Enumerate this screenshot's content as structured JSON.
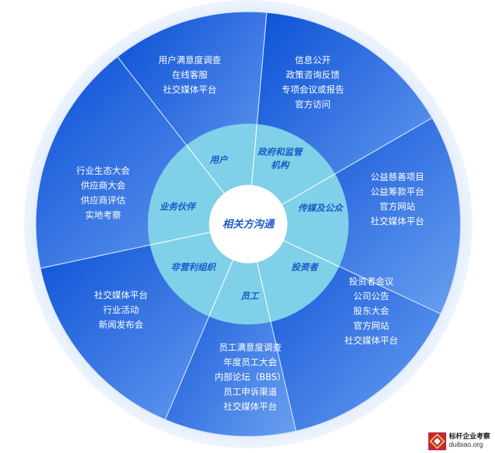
{
  "diagram": {
    "center": "相关方沟通",
    "stakeholders": [
      {
        "label": "用户",
        "channels": [
          "用户满意度调查",
          "在线客服",
          "社交媒体平台"
        ]
      },
      {
        "label": "政府和监管机构",
        "label_lines": [
          "政府和监管",
          "机构"
        ],
        "channels": [
          "信息公开",
          "政策咨询反馈",
          "专项会议或报告",
          "官方访问"
        ]
      },
      {
        "label": "传媒及公众",
        "channels": [
          "公益慈善项目",
          "公益筹款平台",
          "官方网站",
          "社交媒体平台"
        ]
      },
      {
        "label": "投资者",
        "channels": [
          "投资者会议",
          "公司公告",
          "股东大会",
          "官方网站",
          "社交媒体平台"
        ]
      },
      {
        "label": "员工",
        "channels": [
          "员工满意度调查",
          "年度员工大会",
          "内部论坛（BBS）",
          "员工申诉渠道",
          "社交媒体平台"
        ]
      },
      {
        "label": "非营利组织",
        "channels": [
          "社交媒体平台",
          "行业活动",
          "新闻发布会"
        ]
      },
      {
        "label": "业务伙伴",
        "channels": [
          "行业生态大会",
          "供应商大会",
          "供应商评估",
          "实地考察"
        ]
      }
    ]
  },
  "watermark": {
    "cn": "标杆企业考察",
    "en": "duibiao.org"
  },
  "colors": {
    "outer_ring": "#e4eefb",
    "segment_dark": "#0a4fd6",
    "segment_light": "#5b93ee",
    "inner_ring": "#7fd0e8",
    "center": "#ffffff",
    "label_text": "#1a58c8"
  }
}
